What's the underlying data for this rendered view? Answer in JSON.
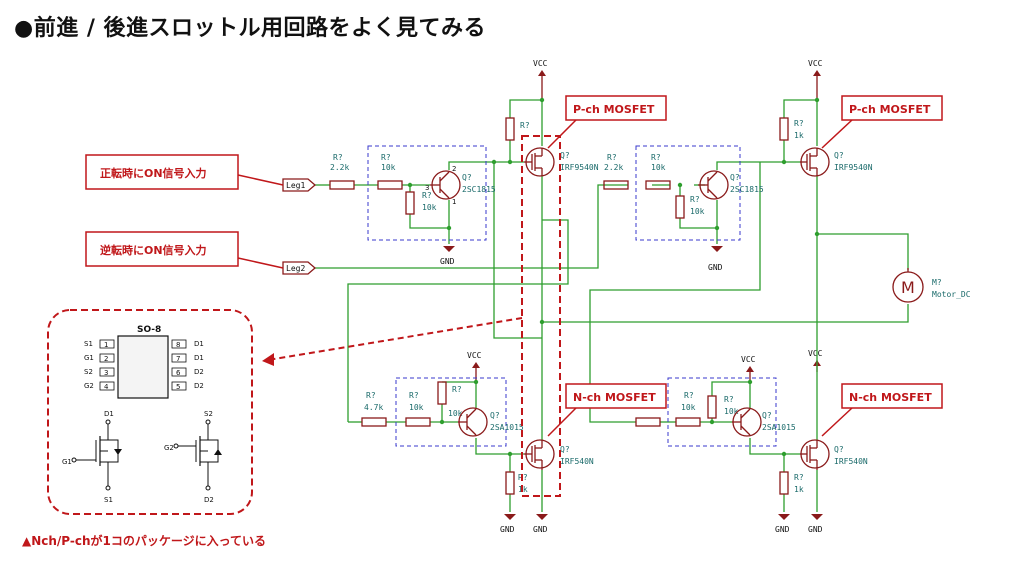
{
  "title": "●前進 / 後進スロットル用回路をよく見てみる",
  "callouts": {
    "forward_input": "正転時にON信号入力",
    "reverse_input": "逆転時にON信号入力",
    "pch_left": "P-ch MOSFET",
    "pch_right": "P-ch MOSFET",
    "nch_left": "N-ch MOSFET",
    "nch_right": "N-ch MOSFET"
  },
  "footer_note": "▲Nch/P-chが1コのパッケージに入っている",
  "net_labels": {
    "leg1": "Leg1",
    "leg2": "Leg2"
  },
  "power": {
    "vcc": "VCC",
    "gnd": "GND"
  },
  "components": {
    "r_2k2_a": [
      "R?",
      "2.2k"
    ],
    "r_10k_a": [
      "R?",
      "10k"
    ],
    "r_10k_b": [
      "R?",
      "10k"
    ],
    "q_2sc_a": [
      "Q?",
      "2SC1815"
    ],
    "r_pu_a": [
      "R?"
    ],
    "q_p_a": [
      "Q?",
      "IRF9540N"
    ],
    "r_2k2_b": [
      "R?",
      "2.2k"
    ],
    "r_10k_c": [
      "R?",
      "10k"
    ],
    "r_10k_d": [
      "R?",
      "10k"
    ],
    "q_2sc_b": [
      "Q?",
      "2SC1815"
    ],
    "r_1k_a": [
      "R?",
      "1k"
    ],
    "q_p_b": [
      "Q?",
      "IRF9540N"
    ],
    "motor": [
      "M?",
      "Motor_DC"
    ],
    "r_4k7": [
      "R?",
      "4.7k"
    ],
    "r_10k_e": [
      "R?",
      "10k"
    ],
    "r_10k_f": [
      "R?",
      "10k"
    ],
    "q_2sa_a": [
      "Q?",
      "2SA1015"
    ],
    "q_n_a": [
      "Q?",
      "IRF540N"
    ],
    "r_1k_b": [
      "R?",
      "1k"
    ],
    "r_plain": [
      "R?"
    ],
    "r_10k_g": [
      "R?",
      "10k"
    ],
    "r_10k_h": [
      "R?",
      "10k"
    ],
    "q_2sa_b": [
      "Q?",
      "2SA1015"
    ],
    "q_n_b": [
      "Q?",
      "IRF540N"
    ],
    "r_1k_c": [
      "R?",
      "1k"
    ]
  },
  "package": {
    "name": "SO-8",
    "left_pins": [
      "S1",
      "G1",
      "S2",
      "G2"
    ],
    "left_nums": [
      "1",
      "2",
      "3",
      "4"
    ],
    "right_pins": [
      "D1",
      "D1",
      "D2",
      "D2"
    ],
    "right_nums": [
      "8",
      "7",
      "6",
      "5"
    ],
    "n_labels": {
      "d": "D1",
      "g": "G1",
      "s": "S1"
    },
    "p_labels": {
      "s": "S2",
      "g": "G2",
      "d": "D2"
    }
  },
  "colors": {
    "accent": "#c0171a",
    "wire": "#2e9e2e",
    "component": "#8a1a1a",
    "box": "#3a3acc"
  }
}
